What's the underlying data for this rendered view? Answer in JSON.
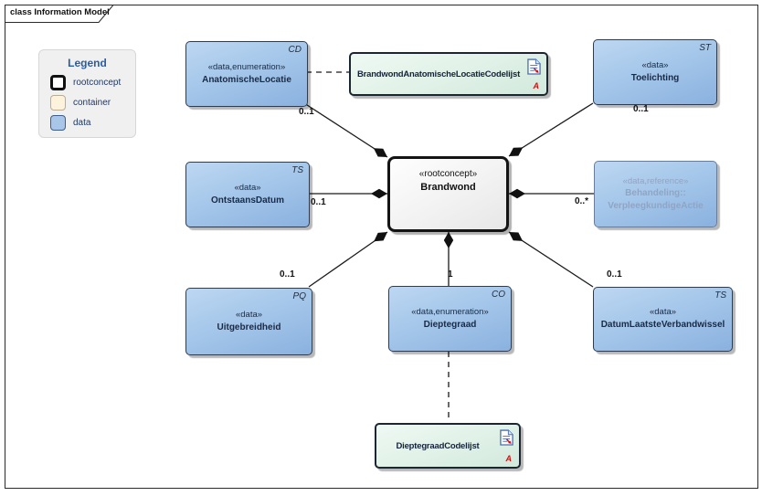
{
  "frame": {
    "label": "class Information Model"
  },
  "legend": {
    "title": "Legend",
    "items": [
      {
        "label": "rootconcept",
        "swatch_fill": "#ffffff",
        "swatch_border": "#111111"
      },
      {
        "label": "container",
        "swatch_fill": "#fdf3dc",
        "swatch_border": "#b9ae93"
      },
      {
        "label": "data",
        "swatch_fill": "#a9c6e8",
        "swatch_border": "#3e5e8e"
      }
    ]
  },
  "root": {
    "stereotype": "«rootconcept»",
    "name": "Brandwond"
  },
  "nodes": [
    {
      "tag": "CD",
      "stereotype": "«data,enumeration»",
      "name": "AnatomischeLocatie"
    },
    {
      "tag": "ST",
      "stereotype": "«data»",
      "name": "Toelichting"
    },
    {
      "tag": "TS",
      "stereotype": "«data»",
      "name": "OntstaansDatum"
    },
    {
      "tag": "",
      "stereotype": "«data,reference»",
      "name_line1": "Behandeling::",
      "name_line2": "VerpleegkundigeActie"
    },
    {
      "tag": "PQ",
      "stereotype": "«data»",
      "name": "Uitgebreidheid"
    },
    {
      "tag": "CO",
      "stereotype": "«data,enumeration»",
      "name": "Dieptegraad"
    },
    {
      "tag": "TS",
      "stereotype": "«data»",
      "name": "DatumLaatsteVerbandwissel"
    }
  ],
  "artifacts": [
    {
      "name": "BrandwondAnatomischeLocatieCodelijst",
      "letter": "A"
    },
    {
      "name": "DieptegraadCodelijst",
      "letter": "A"
    }
  ],
  "connections": [
    {
      "target": "AnatomischeLocatie",
      "multiplicity": "0..1"
    },
    {
      "target": "Toelichting",
      "multiplicity": "0..1"
    },
    {
      "target": "OntstaansDatum",
      "multiplicity": "0..1"
    },
    {
      "target": "VerpleegkundigeActie",
      "multiplicity": "0..*"
    },
    {
      "target": "Uitgebreidheid",
      "multiplicity": "0..1"
    },
    {
      "target": "Dieptegraad",
      "multiplicity": "1"
    },
    {
      "target": "DatumLaatsteVerbandwissel",
      "multiplicity": "0..1"
    }
  ],
  "colors": {
    "data_fill_top": "#bdd7f2",
    "data_fill_bottom": "#8ab1df",
    "codelist_fill": "#e0f1e7",
    "root_border": "#141414",
    "legend_title": "#2a5ca8",
    "artifact_letter": "#cc1111"
  }
}
